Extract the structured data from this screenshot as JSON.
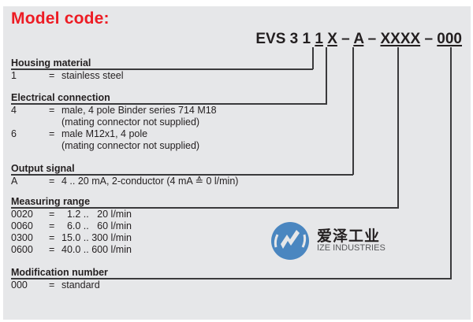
{
  "title": "Model code:",
  "model_code": {
    "prefix": "EVS 3 1 ",
    "parts": [
      "1",
      "X",
      "A",
      "XXXX",
      "000"
    ],
    "separators": [
      " ",
      " – ",
      " – ",
      " – "
    ]
  },
  "sections": [
    {
      "heading": "Housing material",
      "rows": [
        {
          "key": "1",
          "eq": "=",
          "value": "stainless steel"
        }
      ]
    },
    {
      "heading": "Electrical connection",
      "rows": [
        {
          "key": "4",
          "eq": "=",
          "value": "male, 4 pole Binder series 714 M18"
        },
        {
          "key": "",
          "eq": "",
          "value": "(mating connector not supplied)"
        },
        {
          "key": "6",
          "eq": "=",
          "value": "male M12x1, 4 pole"
        },
        {
          "key": "",
          "eq": "",
          "value": "(mating connector not supplied)"
        }
      ]
    },
    {
      "heading": "Output signal",
      "rows": [
        {
          "key": "A",
          "eq": "=",
          "value": "4 .. 20 mA, 2-conductor (4 mA ≙ 0 l/min)"
        }
      ]
    },
    {
      "heading": "Measuring range",
      "rows": [
        {
          "key": "0020",
          "eq": "=",
          "value": "  1.2 ..   20 l/min"
        },
        {
          "key": "0060",
          "eq": "=",
          "value": "  6.0 ..   60 l/min"
        },
        {
          "key": "0300",
          "eq": "=",
          "value": "15.0 .. 300 l/min"
        },
        {
          "key": "0600",
          "eq": "=",
          "value": "40.0 .. 600 l/min"
        }
      ]
    },
    {
      "heading": "Modification number",
      "rows": [
        {
          "key": "000",
          "eq": "=",
          "value": "standard"
        }
      ]
    }
  ],
  "watermark": {
    "name_cn": "爱泽工业",
    "name_en": "IZE INDUSTRIES",
    "icon": "ize-logo-icon",
    "color": "#4a86c0"
  },
  "colors": {
    "title": "#ed1c24",
    "panel": "#e6e7e9",
    "text": "#231f20"
  }
}
